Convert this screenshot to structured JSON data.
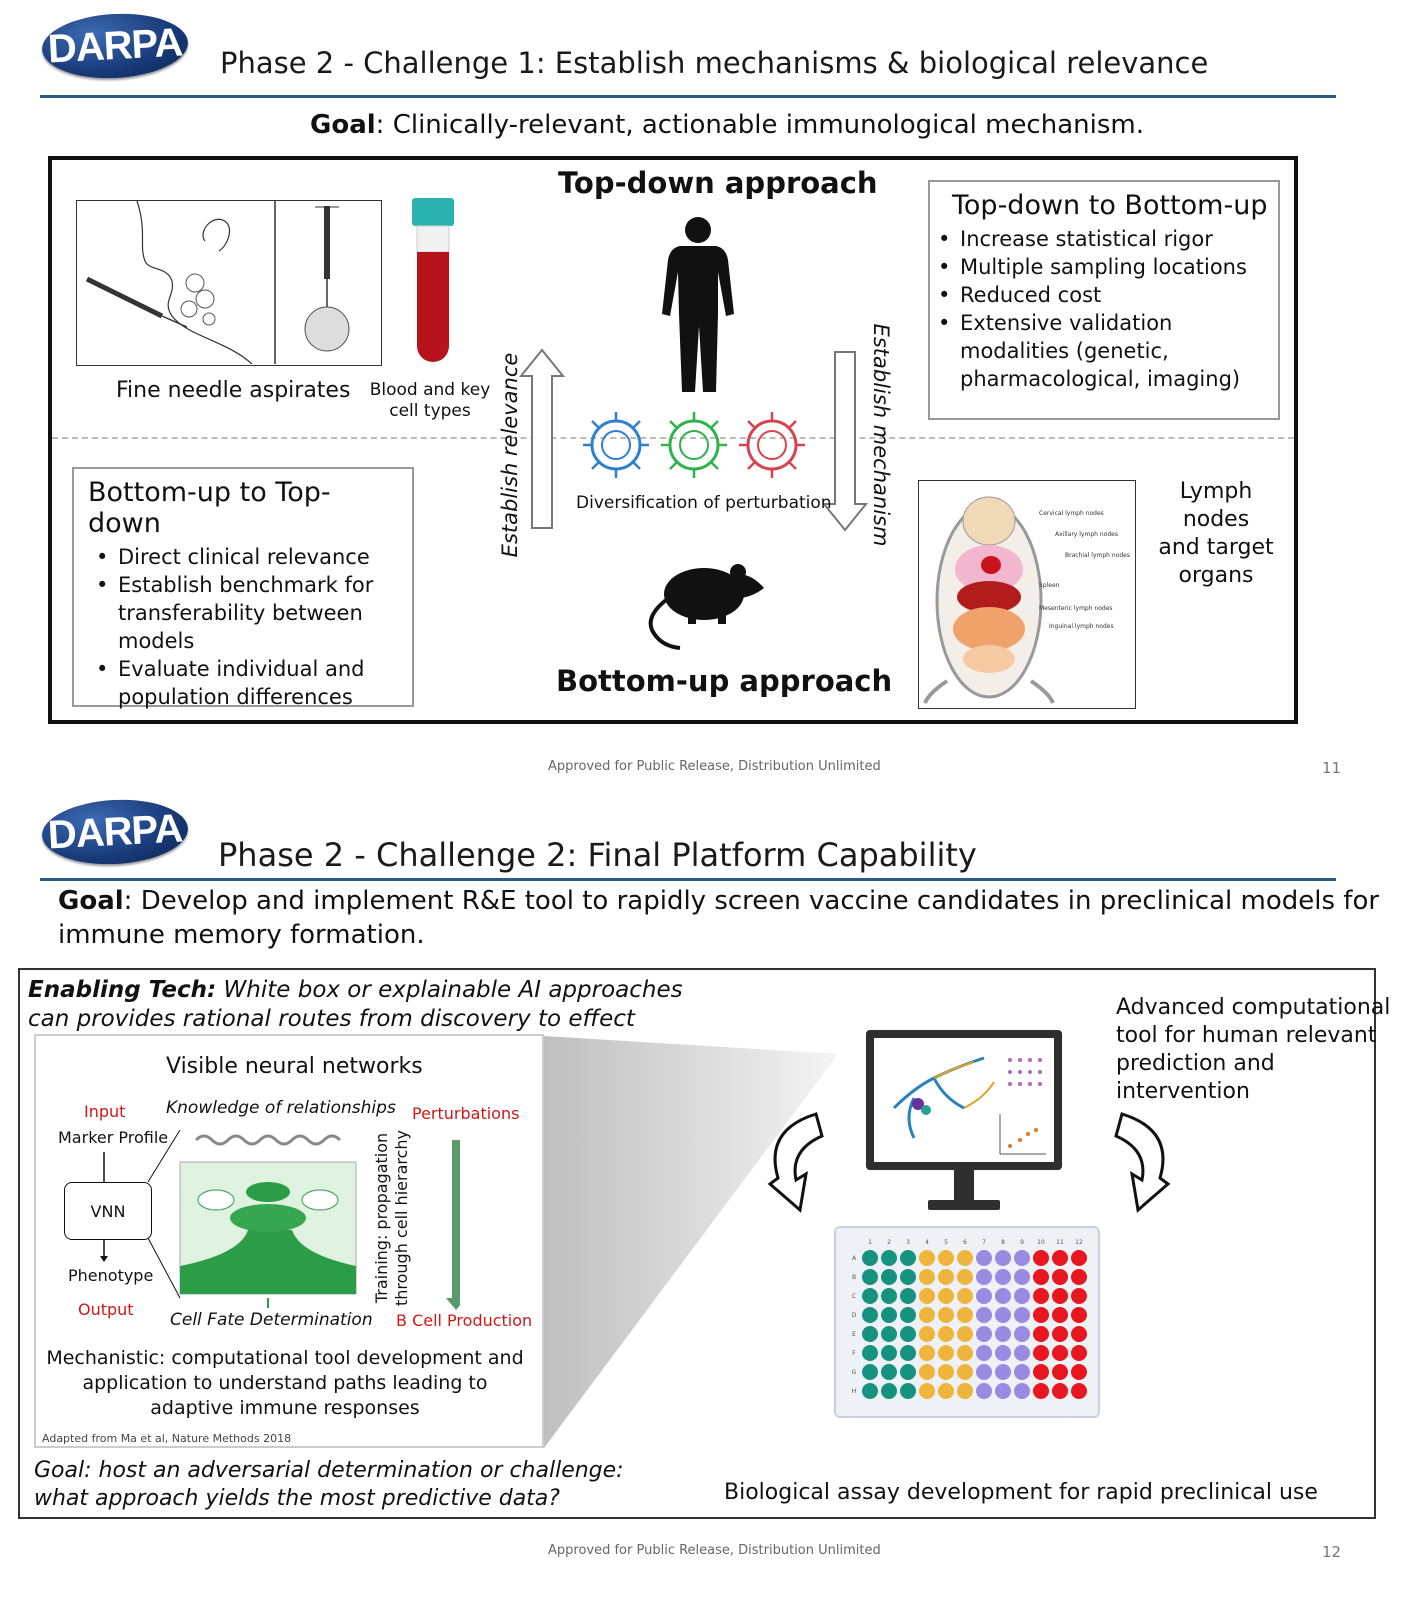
{
  "slide1": {
    "logo": "DARPA",
    "title": "Phase 2 - Challenge 1: Establish mechanisms & biological relevance",
    "goal_label": "Goal",
    "goal_text": ": Clinically-relevant, actionable immunological mechanism.",
    "fna_label": "Fine needle aspirates",
    "blood_label_1": "Blood and key",
    "blood_label_2": "cell types",
    "topdown_heading": "Top-down approach",
    "bottomup_heading": "Bottom-up approach",
    "establish_relevance": "Establish relevance",
    "establish_mechanism": "Establish mechanism",
    "diversification": "Diversification of perturbation",
    "td_box": {
      "title": "Top-down to Bottom-up",
      "items": [
        "Increase statistical rigor",
        "Multiple sampling locations",
        "Reduced cost",
        "Extensive validation modalities (genetic, pharmacological, imaging)"
      ]
    },
    "bu_box": {
      "title": "Bottom-up to Top-down",
      "items": [
        "Direct clinical relevance",
        "Establish benchmark for transferability between models",
        "Evaluate individual and population differences"
      ]
    },
    "lymph_label_1": "Lymph nodes",
    "lymph_label_2": "and target",
    "lymph_label_3": "organs",
    "mouse_labels": [
      "Cervical lymph nodes",
      "Axillary lymph nodes",
      "Brachial lymph nodes",
      "Spleen",
      "Mesenteric lymph nodes",
      "Inguinal lymph nodes"
    ],
    "footer": "Approved for Public Release, Distribution Unlimited",
    "page": "11"
  },
  "slide2": {
    "logo": "DARPA",
    "title": "Phase 2 - Challenge 2: Final Platform Capability",
    "goal_label": "Goal",
    "goal_text_1": ": Develop and implement R&E tool to rapidly screen vaccine candidates in preclinical models for",
    "goal_text_2": "immune memory formation.",
    "enabling_label": "Enabling Tech:",
    "enabling_text_1": " White box or explainable AI approaches",
    "enabling_text_2": "can provides rational routes from discovery to effect",
    "vnn_title": "Visible neural networks",
    "input_label": "Input",
    "knowledge_label": "Knowledge of relationships",
    "perturbations_label": "Perturbations",
    "marker_label": "Marker Profile",
    "vnn_box": "VNN",
    "phenotype_label": "Phenotype",
    "output_label": "Output",
    "training_1": "Training: propagation",
    "training_2": "through cell hierarchy",
    "cell_fate": "Cell Fate Determination",
    "bcell": "B Cell Production",
    "mech_1": "Mechanistic: computational tool development and",
    "mech_2": "application to understand paths leading to",
    "mech_3": "adaptive immune responses",
    "adapted": "Adapted from Ma et al, Nature Methods 2018",
    "advanced_1": "Advanced computational",
    "advanced_2": "tool for human relevant",
    "advanced_3": "prediction and",
    "advanced_4": "intervention",
    "goal2_1": "Goal: host an adversarial determination or challenge:",
    "goal2_2": "what approach yields the most predictive data?",
    "assay_label": "Biological assay development for rapid preclinical use",
    "plate_cols": [
      "1",
      "2",
      "3",
      "4",
      "5",
      "6",
      "7",
      "8",
      "9",
      "10",
      "11",
      "12"
    ],
    "plate_rows": [
      "A",
      "B",
      "C",
      "D",
      "E",
      "F",
      "G",
      "H"
    ],
    "plate_colors": [
      "#16937e",
      "#16937e",
      "#16937e",
      "#efb43c",
      "#efb43c",
      "#efb43c",
      "#9a8ae2",
      "#9a8ae2",
      "#9a8ae2",
      "#e8161e",
      "#e8161e",
      "#e8161e"
    ],
    "footer": "Approved for Public Release, Distribution Unlimited",
    "page": "12"
  }
}
